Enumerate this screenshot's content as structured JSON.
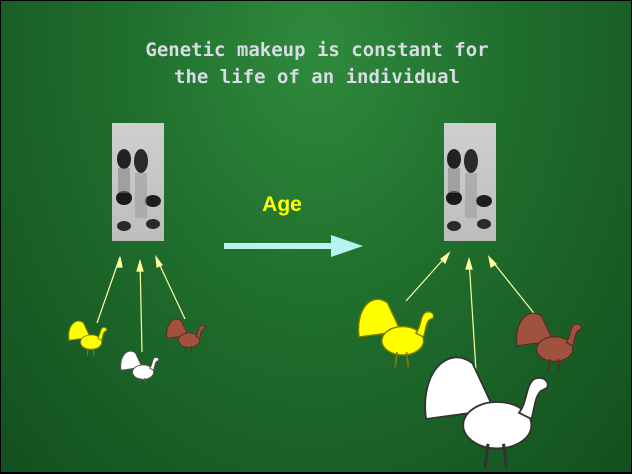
{
  "title": "Genetic makeup is constant for\nthe life of an individual",
  "arrow_label": "Age",
  "colors": {
    "background": "#1f6d2c",
    "title": "#d9dbe6",
    "age_label": "#ffff00",
    "age_arrow": "#b8f2f2",
    "pointer_lines": "#ffffa0",
    "turkey_yellow": "#ffff00",
    "turkey_white": "#ffffff",
    "turkey_brown": "#a0523f"
  },
  "icons": [
    "gel-band-image",
    "turkey-icon",
    "right-arrow-icon"
  ]
}
